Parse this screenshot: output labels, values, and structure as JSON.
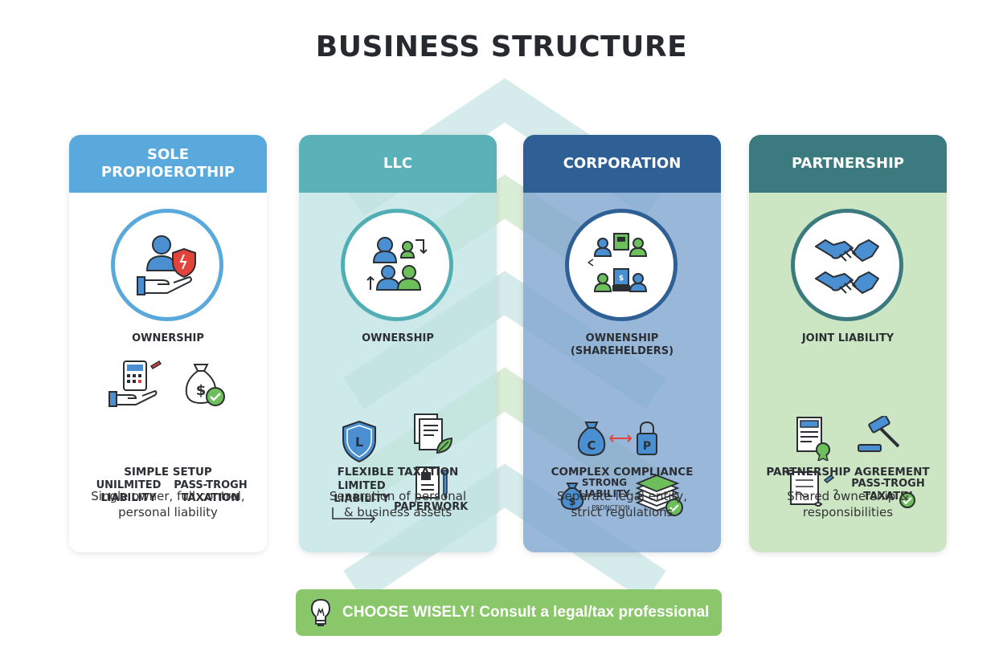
{
  "title": "BUSINESS STRUCTURE",
  "colors": {
    "sole": "#5aa9dd",
    "llc": "#5ab1b8",
    "corporation": "#2e5f95",
    "partnership": "#3b7a7e",
    "banner": "#8ac66a"
  },
  "cards": [
    {
      "header": "SOLE\nPROPIOEROTHIP",
      "icon": "person-shield-hand-icon",
      "ownership": "OWNERSHIP",
      "feature_left": "UNILMITED\nLIABILITY",
      "feature_right": "PASS-TROGH\nTAXATION",
      "setup": "SIMPLE SETUP",
      "description": "Single owner, full control,\npersonal liability"
    },
    {
      "header": "LLC",
      "icon": "people-exchange-icon",
      "ownership": "OWNERSHIP",
      "feature_left": "LIMITED\nLIABILITY",
      "feature_right": "PAPERWORK",
      "setup": "FLEXIBLE TAXATION",
      "description": "Separation of personal\n& business assets"
    },
    {
      "header": "CORPORATION",
      "icon": "shareholders-icon",
      "ownership": "OWNENSHIP\n(SHAREHELDERS)",
      "feature_left": "STRONG\nLIABILITY",
      "feature_left_small": "PRDNCTION",
      "setup": "COMPLEX COMPLIANCE",
      "description": "Separate legal entity,\nstrict regulations"
    },
    {
      "header": "PARTNERSHIP",
      "icon": "handshake-icon",
      "ownership": "JOINT LIABILITY",
      "feature_right": "PASS-TROGH\nTAXATIN",
      "setup": "PARTNERSHIP AGREEMENT",
      "description": "Shared ownership &\nresponsibilities"
    }
  ],
  "banner": {
    "icon": "lightbulb-icon",
    "text": "CHOOSE WISELY! Consult a legal/tax professional"
  }
}
